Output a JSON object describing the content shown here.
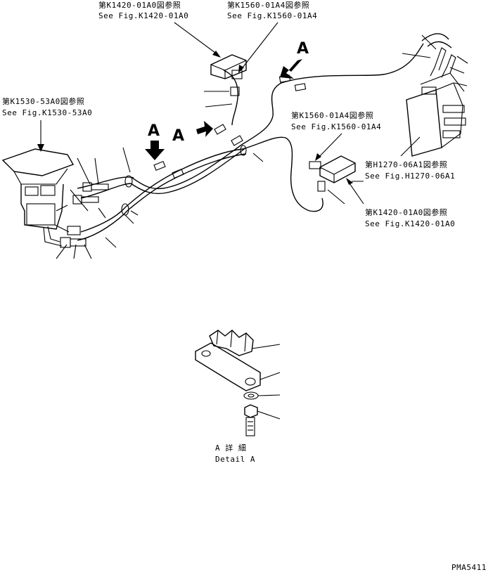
{
  "references": [
    {
      "jp": "第K1420-01A0図参照",
      "en": "See Fig.K1420-01A0"
    },
    {
      "jp": "第K1560-01A4図参照",
      "en": "See Fig.K1560-01A4"
    },
    {
      "jp": "第K1530-53A0図参照",
      "en": "See Fig.K1530-53A0"
    },
    {
      "jp": "第K1560-01A4図参照",
      "en": "See Fig.K1560-01A4"
    },
    {
      "jp": "第H1270-06A1図参照",
      "en": "See Fig.H1270-06A1"
    },
    {
      "jp": "第K1420-01A0図参照",
      "en": "See Fig.K1420-01A0"
    }
  ],
  "view_markers": [
    "A",
    "A",
    "A"
  ],
  "detail": {
    "jp": "A 詳 細",
    "en": "Detail A"
  },
  "drawing_code": "PMA5411",
  "colors": {
    "line": "#000000",
    "background": "#ffffff"
  }
}
